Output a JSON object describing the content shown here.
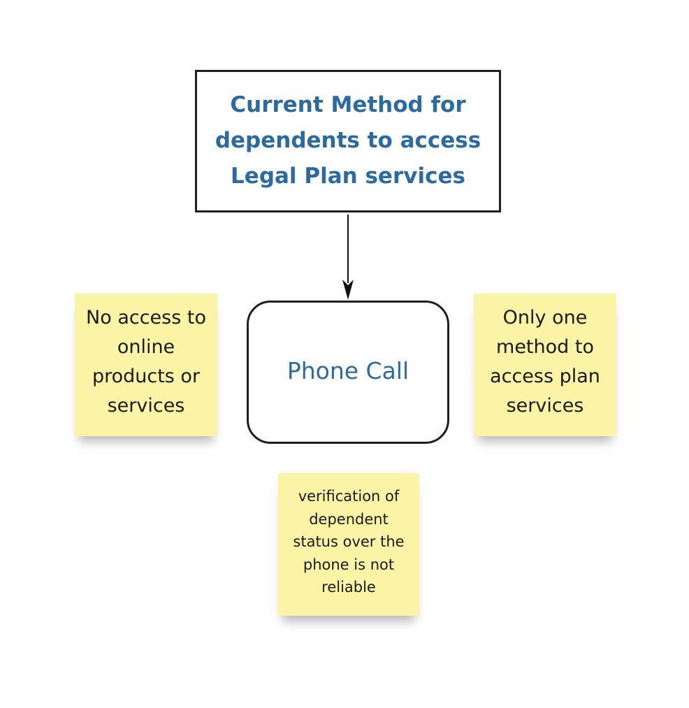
{
  "diagram": {
    "title_box": {
      "text": "Current Method for dependents to access Legal Plan services",
      "color": "#2c6aa0"
    },
    "process_box": {
      "text": "Phone Call",
      "color": "#2c6aa0"
    },
    "sticky_notes": [
      {
        "text": "No access to online products or services"
      },
      {
        "text": "Only one method to access plan services"
      },
      {
        "text": "verification of dependent status over the phone is not reliable"
      }
    ],
    "sticky_color": "#fbf3a6",
    "border_color": "#1f1f1f"
  }
}
